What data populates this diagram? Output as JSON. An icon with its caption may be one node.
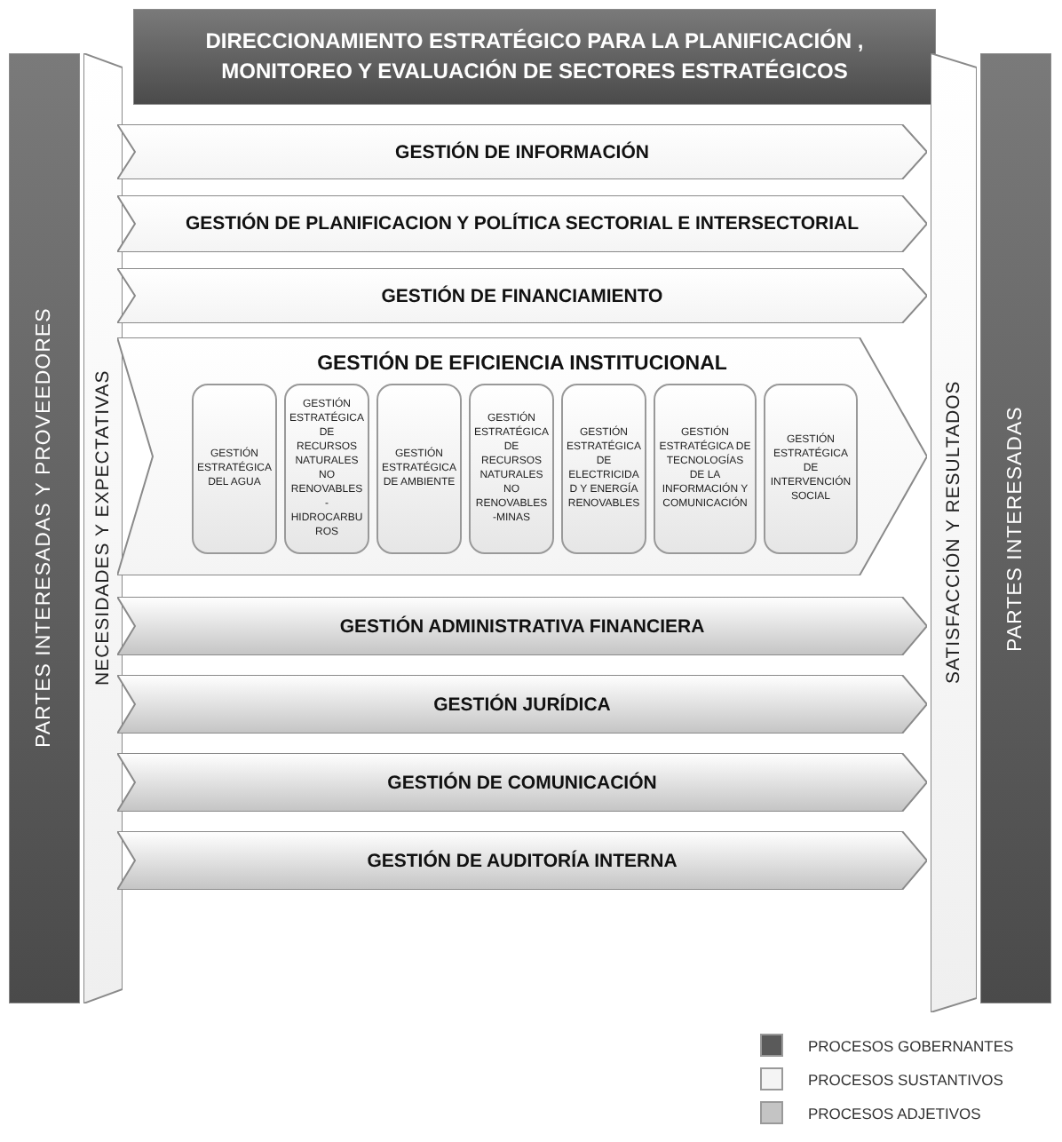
{
  "diagram": {
    "nodes": [
      {
        "text": [
          "PARTES INTERESADAS Y PROVEEDORES"
        ]
      },
      {
        "text": [
          "NECESIDADES Y EXPECTATIVAS"
        ]
      },
      {
        "text": [
          "DIRECCIONAMIENTO ESTRATÉGICO PARA LA PLANIFICACIÓN , MONITOREO Y EVALUACIÓN DE SECTORES ESTRATÉGICOS"
        ]
      },
      {
        "text": [
          "GESTIÓN DE INFORMACIÓN"
        ]
      },
      {
        "text": [
          "GESTIÓN DE PLANIFICACION Y POLÍTICA SECTORIAL E INTERSECTORIAL"
        ]
      },
      {
        "text": [
          "GESTIÓN DE FINANCIAMIENTO"
        ]
      },
      {
        "text": [
          "GESTIÓN DE EFICIENCIA INSTITUCIONAL"
        ]
      },
      {
        "text": [
          "GESTIÓN ESTRATÉGICA DEL AGUA"
        ],
        "in": 6
      },
      {
        "text": [
          "GESTIÓN ESTRATÉGICA DE RECURSOS NATURALES NO RENOVABLES-HIDROCARBUROS"
        ],
        "in": 6
      },
      {
        "text": [
          "GESTIÓN ESTRATÉGICA DE AMBIENTE"
        ],
        "in": 6
      },
      {
        "text": [
          "GESTIÓN ESTRATÉGICA DE RECURSOS NATURALES NO RENOVABLES-MINAS"
        ],
        "in": 6
      },
      {
        "text": [
          "GESTIÓN ESTRATÉGICA DE ELECTRICIDAD Y ENERGÍA RENOVABLES"
        ],
        "in": 6
      },
      {
        "text": [
          "GESTIÓN ESTRATÉGICA DE TECNOLOGÍAS DE LA INFORMACIÓN Y COMUNICACIÓN"
        ],
        "in": 6
      },
      {
        "text": [
          "GESTIÓN ESTRATÉGICA DE INTERVENCIÓN SOCIAL"
        ],
        "in": 6
      },
      {
        "text": [
          "GESTIÓN ADMINISTRATIVA FINANCIERA"
        ]
      },
      {
        "text": [
          "GESTIÓN JURÍDICA"
        ]
      },
      {
        "text": [
          "GESTIÓN DE COMUNICACIÓN"
        ]
      },
      {
        "text": [
          "GESTIÓN DE AUDITORÍA INTERNA"
        ]
      },
      {
        "text": [
          "SATISFACCIÓN Y RESULTADOS"
        ]
      },
      {
        "text": [
          "PARTES INTERESADAS"
        ]
      }
    ],
    "edges": [],
    "legend": [
      {
        "text": "PROCESOS GOBERNANTES",
        "color": "#5a5a5a"
      },
      {
        "text": "PROCESOS SUSTANTIVOS",
        "color": "#f4f4f4"
      },
      {
        "text": "PROCESOS ADJETIVOS",
        "color": "#c4c4c4"
      }
    ]
  }
}
